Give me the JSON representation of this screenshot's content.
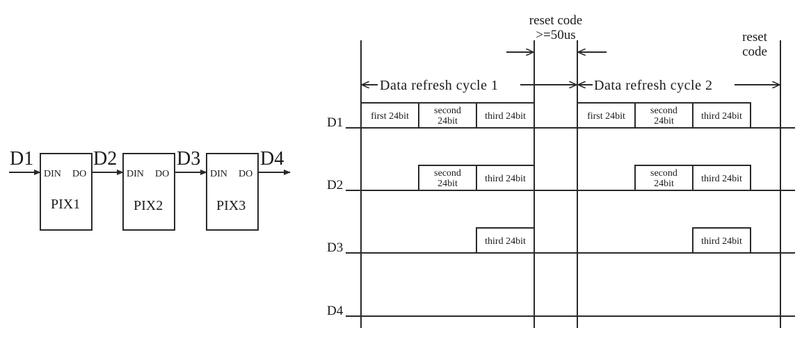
{
  "chain": {
    "signals": [
      "D1",
      "D2",
      "D3",
      "D4"
    ],
    "pixels": [
      {
        "name": "PIX1",
        "in_pin": "DIN",
        "out_pin": "DO"
      },
      {
        "name": "PIX2",
        "in_pin": "DIN",
        "out_pin": "DO"
      },
      {
        "name": "PIX3",
        "in_pin": "DIN",
        "out_pin": "DO"
      }
    ]
  },
  "timing": {
    "reset_code_label": "reset code",
    "reset_code_duration": ">=50us",
    "reset_label_right_1": "reset",
    "reset_label_right_2": "code",
    "cycle1_label": "Data refresh cycle 1",
    "cycle2_label": "Data refresh cycle 2",
    "rows": [
      {
        "signal": "D1",
        "cycle1": [
          "first 24bit",
          [
            "second",
            "24bit"
          ],
          "third 24bit"
        ],
        "cycle2": [
          "first 24bit",
          [
            "second",
            "24bit"
          ],
          "third 24bit"
        ]
      },
      {
        "signal": "D2",
        "cycle1": [
          [
            "second",
            "24bit"
          ],
          "third 24bit"
        ],
        "cycle2": [
          [
            "second",
            "24bit"
          ],
          "third 24bit"
        ]
      },
      {
        "signal": "D3",
        "cycle1": [
          "third 24bit"
        ],
        "cycle2": [
          "third 24bit"
        ]
      },
      {
        "signal": "D4",
        "cycle1": [],
        "cycle2": []
      }
    ]
  }
}
